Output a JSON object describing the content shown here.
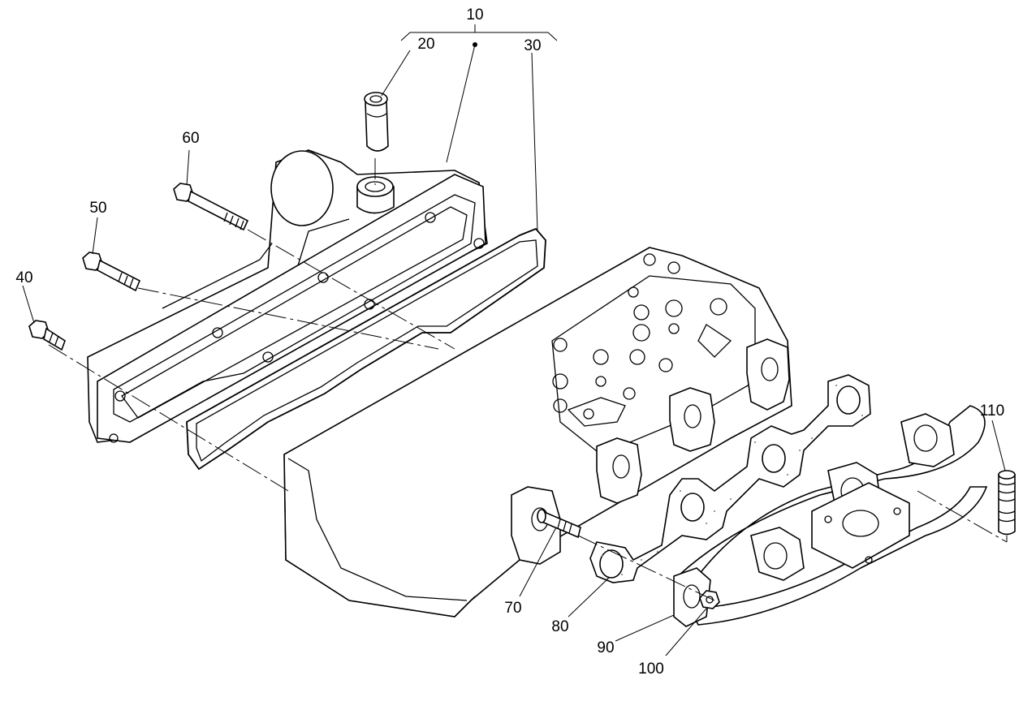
{
  "callouts": {
    "c10": "10",
    "c20": "20",
    "c30": "30",
    "c40": "40",
    "c50": "50",
    "c60": "60",
    "c70": "70",
    "c80": "80",
    "c90": "90",
    "c100": "100",
    "c110": "110"
  },
  "colors": {
    "line": "#000000",
    "background": "#ffffff"
  }
}
